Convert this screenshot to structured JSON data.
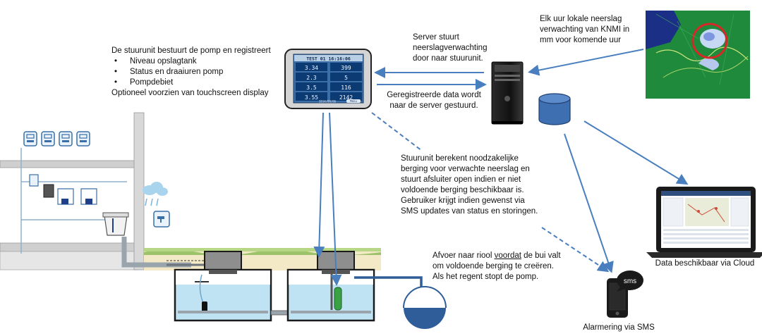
{
  "controller": {
    "intro": "De stuurunit bestuurt de pomp en registreert",
    "bullets": [
      "Niveau opslagtank",
      "Status en draaiuren pomp",
      "Pompdebiet"
    ],
    "outro": "Optioneel voorzien van touchscreen display"
  },
  "display": {
    "title": "TEST 01 16:16:06",
    "cells": [
      "3.34",
      "399",
      "2.3",
      "5",
      "3.5",
      "116",
      "3.55",
      "2142"
    ],
    "date": "2014/08/06",
    "button": "Menu"
  },
  "server": {
    "sends_forecast": "Server stuurt neerslagverwachting door naar stuurunit.",
    "receives_data": "Geregistreerde data wordt naar de server gestuurd."
  },
  "knmi": {
    "text": "Elk uur lokale neerslag verwachting van KNMI in mm voor komende uur"
  },
  "logic": {
    "text": "Stuurunit berekent noodzakelijke berging voor verwachte neerslag en stuurt afsluiter open indien er niet voldoende berging beschikbaar is. Gebruiker krijgt indien gewenst via SMS updates van status en storingen."
  },
  "discharge": {
    "before": "Afvoer naar riool ",
    "underlined": "voordat",
    "after": " de bui valt om voldoende berging te creëren. Als het regent stopt de pomp."
  },
  "cloud": {
    "caption": "Data beschikbaar via Cloud"
  },
  "sms": {
    "badge": "sms",
    "caption": "Alarmering via SMS"
  },
  "colors": {
    "arrow": "#4a7fbf",
    "water": "#bfe3f3",
    "tank_wall": "#1a1a1a",
    "grass": "#9cc36a",
    "soil": "#f3e9c6",
    "db": "#3e6fb1"
  }
}
